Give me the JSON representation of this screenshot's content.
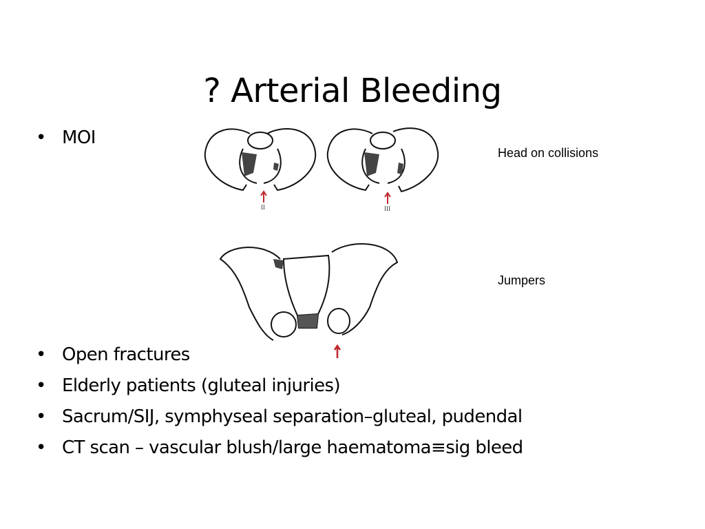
{
  "slide": {
    "title": "? Arterial Bleeding",
    "bullets": [
      "MOI",
      "Open fractures",
      "Elderly patients (gluteal injuries)",
      "Sacrum/SIJ, symphyseal separation–gluteal, pudendal",
      "CT scan – vascular blush/large haematoma≡sig bleed"
    ],
    "bullet_char": "•",
    "captions": {
      "head_on": "Head on collisions",
      "jumpers": "Jumpers"
    },
    "figure_labels": [
      "II",
      "III"
    ],
    "arrow_color": "#c0262c"
  }
}
